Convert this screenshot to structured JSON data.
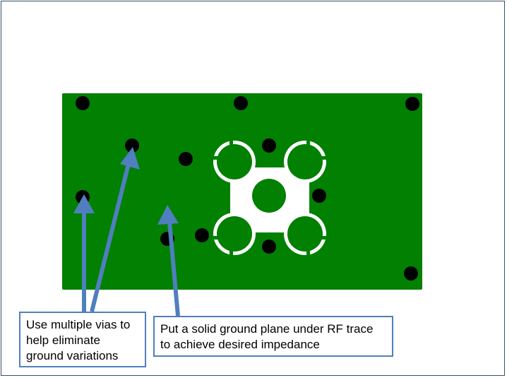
{
  "colors": {
    "board": "#028002",
    "via": "#000000",
    "pad_cutout": "#ffffff",
    "arrow": "#4f7fbe",
    "frame": "#37506b"
  },
  "callouts": {
    "vias": {
      "lines": [
        "Use multiple vias to",
        "help eliminate",
        "ground variations"
      ]
    },
    "plane": {
      "lines": [
        "Put a solid ground plane under RF trace",
        "to achieve desired impedance"
      ]
    }
  }
}
